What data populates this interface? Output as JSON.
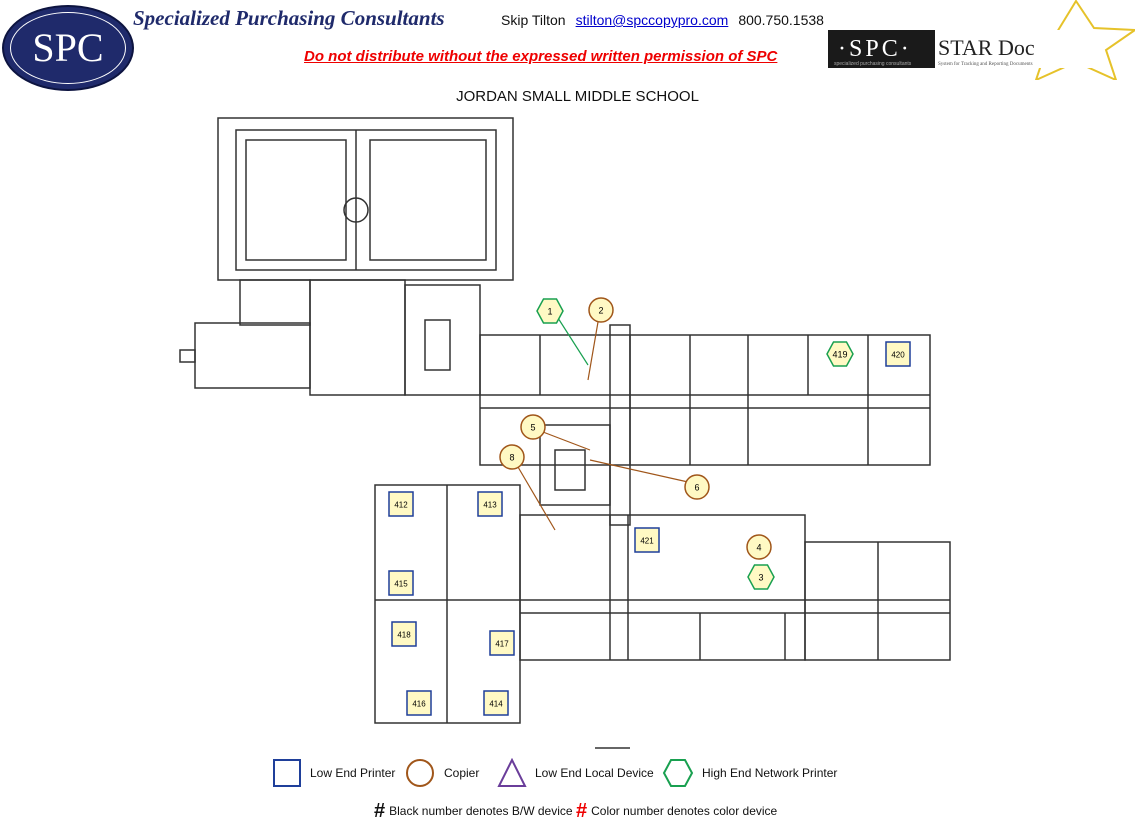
{
  "header": {
    "logo_text": "SPC",
    "company": "Specialized Purchasing Consultants",
    "contact_name": "Skip Tilton",
    "contact_email": "stilton@spccopypro.com",
    "contact_phone": "800.750.1538",
    "warning": "Do not distribute without the expressed written permission of SPC",
    "stardoc_logo": "SPC STAR Doc",
    "stardoc_sub": "specialized purchasing consultants",
    "stardoc_tagline": "System for Tracking and Reporting Documents"
  },
  "title": "JORDAN SMALL MIDDLE SCHOOL",
  "devices": {
    "network_printers": [
      "1",
      "419",
      "3"
    ],
    "copiers": [
      "2",
      "5",
      "8",
      "6",
      "4"
    ],
    "low_end_printers": [
      "420",
      "412",
      "413",
      "415",
      "418",
      "417",
      "416",
      "414",
      "421"
    ]
  },
  "legend": {
    "low_end_printer": "Low End Printer",
    "copier": "Copier",
    "low_end_local": "Low End Local Device",
    "high_end_network": "High End Network Printer",
    "hash": "#",
    "bw_note": "Black number denotes B/W device",
    "color_note": "Color number denotes color device"
  },
  "colors": {
    "printer": "#1f3f9a",
    "copier": "#a0561a",
    "local": "#6a3d9a",
    "network": "#19a050",
    "marker_fill": "#fff9c4"
  }
}
